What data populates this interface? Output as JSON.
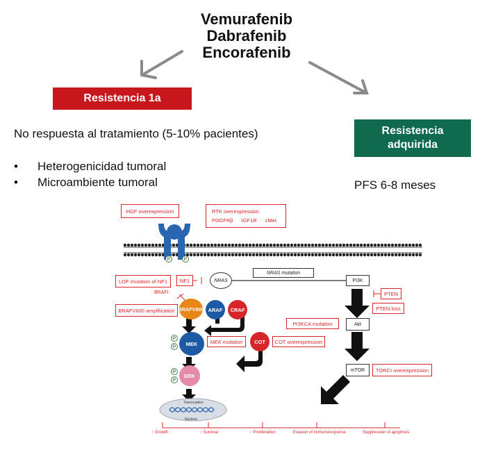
{
  "header": {
    "drugs": [
      "Vemurafenib",
      "Dabrafenib",
      "Encorafenib"
    ]
  },
  "resistance_primary": {
    "label": "Resistencia 1a",
    "description": "No respuesta al tratamiento (5-10% pacientes)",
    "bullets": [
      "Heterogenicidad tumoral",
      "Microambiente tumoral"
    ]
  },
  "resistance_acquired": {
    "label_line1": "Resistencia",
    "label_line2": "adquirida",
    "pfs": "PFS 6-8 meses"
  },
  "diagram": {
    "hgf": "HGF overexpression",
    "rtk_title": "RTK overexpression",
    "rtk_items": [
      "PDGFRβ",
      "IGF1R",
      "cMet"
    ],
    "lof_nf1": "LOF mutation of NF1",
    "nf1": "NF1",
    "nras": "NRAS",
    "nras_mutation": "NRAS mutation",
    "pi3k": "PI3K",
    "pten": "PTEN",
    "pten_loss": "PTEN loss",
    "brafi": "BRAFi",
    "braf_amp": "BRAFV600 amplification",
    "braf": "BRAFV600",
    "araf": "ARAF",
    "craf": "CRAF",
    "mek": "MEK",
    "mek_mutation": "MEK mutation",
    "cot": "COT",
    "cot_overexpression": "COT overexpression",
    "pi3kca_mutation": "PI3KCA mutation",
    "akt": "Akt",
    "mtor": "mTOR",
    "torc1": "TORCI overexpression",
    "erk": "ERK",
    "p": "P",
    "transcription": "Transcription",
    "nucleus": "Nucleus",
    "outcomes": [
      "↑ Growth",
      "↑ Survival",
      "↑ Proliferation",
      "Evasion of immunoresponse",
      "Suppression of apoptosis"
    ],
    "colors": {
      "red": "#d7262b",
      "orange": "#e8861a",
      "blue": "#1c5aa6",
      "black": "#111111",
      "pink": "#e58aa8",
      "green": "#3a8a3a"
    }
  }
}
